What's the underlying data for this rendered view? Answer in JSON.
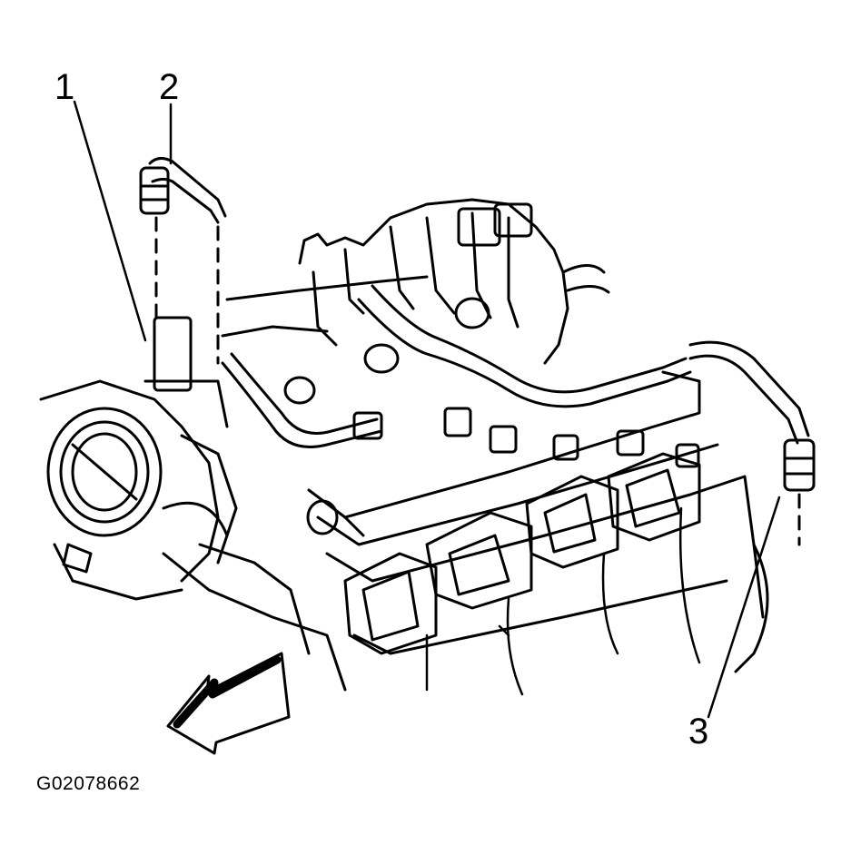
{
  "callouts": {
    "c1": "1",
    "c2": "2",
    "c3": "3"
  },
  "figure_id": "G02078662",
  "colors": {
    "ink": "#000000",
    "paper": "#ffffff"
  }
}
